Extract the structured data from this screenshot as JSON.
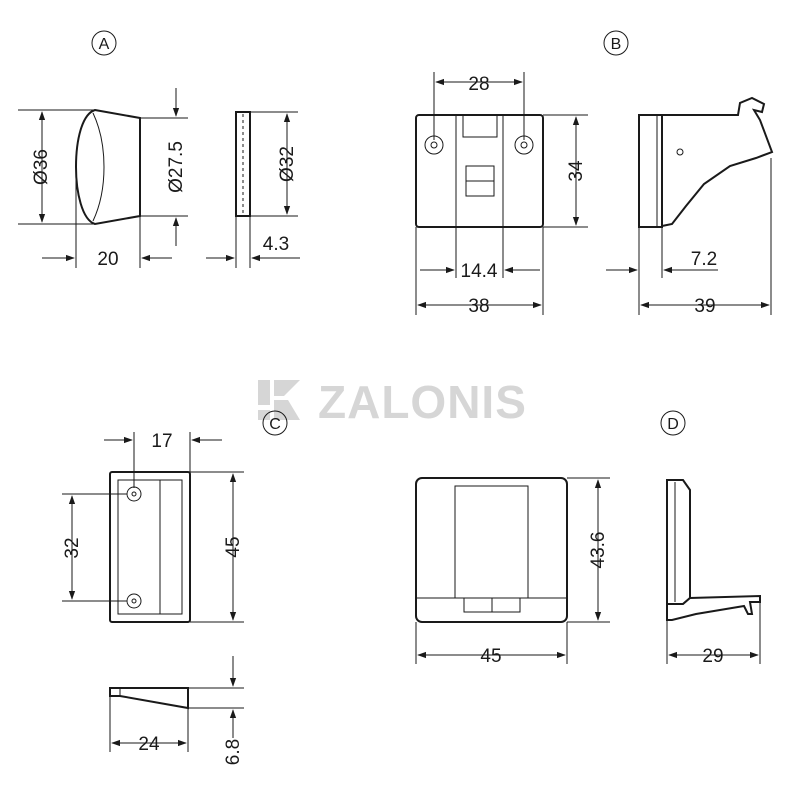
{
  "brand": {
    "name": "ZALONIS"
  },
  "sections": [
    {
      "label": "A",
      "dims": [
        "Ø36",
        "Ø27.5",
        "20",
        "Ø32",
        "4.3"
      ]
    },
    {
      "label": "B",
      "dims": [
        "28",
        "34",
        "14.4",
        "38",
        "7.2",
        "39"
      ]
    },
    {
      "label": "C",
      "dims": [
        "17",
        "32",
        "45",
        "24",
        "6.8"
      ]
    },
    {
      "label": "D",
      "dims": [
        "43.6",
        "45",
        "29"
      ]
    }
  ]
}
